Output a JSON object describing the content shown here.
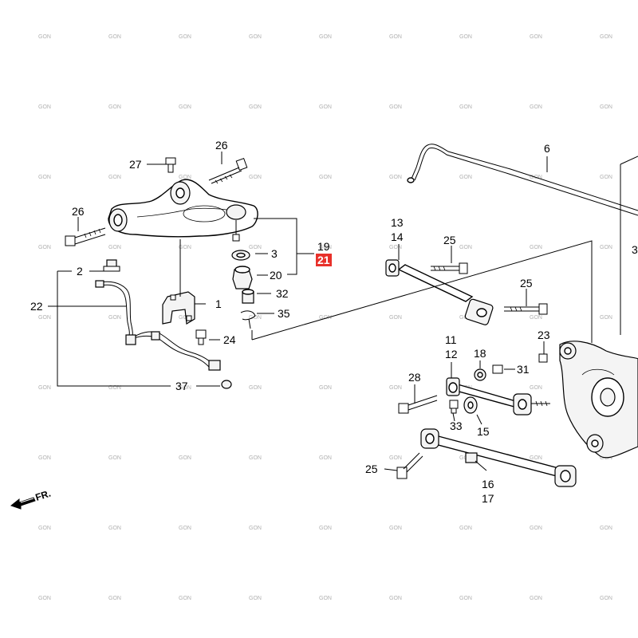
{
  "watermark": "GON",
  "direction_label": "FR.",
  "callouts": {
    "c1": "1",
    "c2": "2",
    "c3": "3",
    "c6": "6",
    "c11": "11",
    "c12": "12",
    "c13": "13",
    "c14": "14",
    "c15": "15",
    "c16": "16",
    "c17": "17",
    "c18": "18",
    "c19": "19",
    "c20": "20",
    "c21": "21",
    "c22": "22",
    "c23": "23",
    "c24": "24",
    "c25a": "25",
    "c25b": "25",
    "c25c": "25",
    "c26a": "26",
    "c26b": "26",
    "c27": "27",
    "c28": "28",
    "c31": "31",
    "c32": "32",
    "c33": "33",
    "c35": "35",
    "c37": "37",
    "c30_partial": "3"
  },
  "highlight_color": "#e8302a"
}
